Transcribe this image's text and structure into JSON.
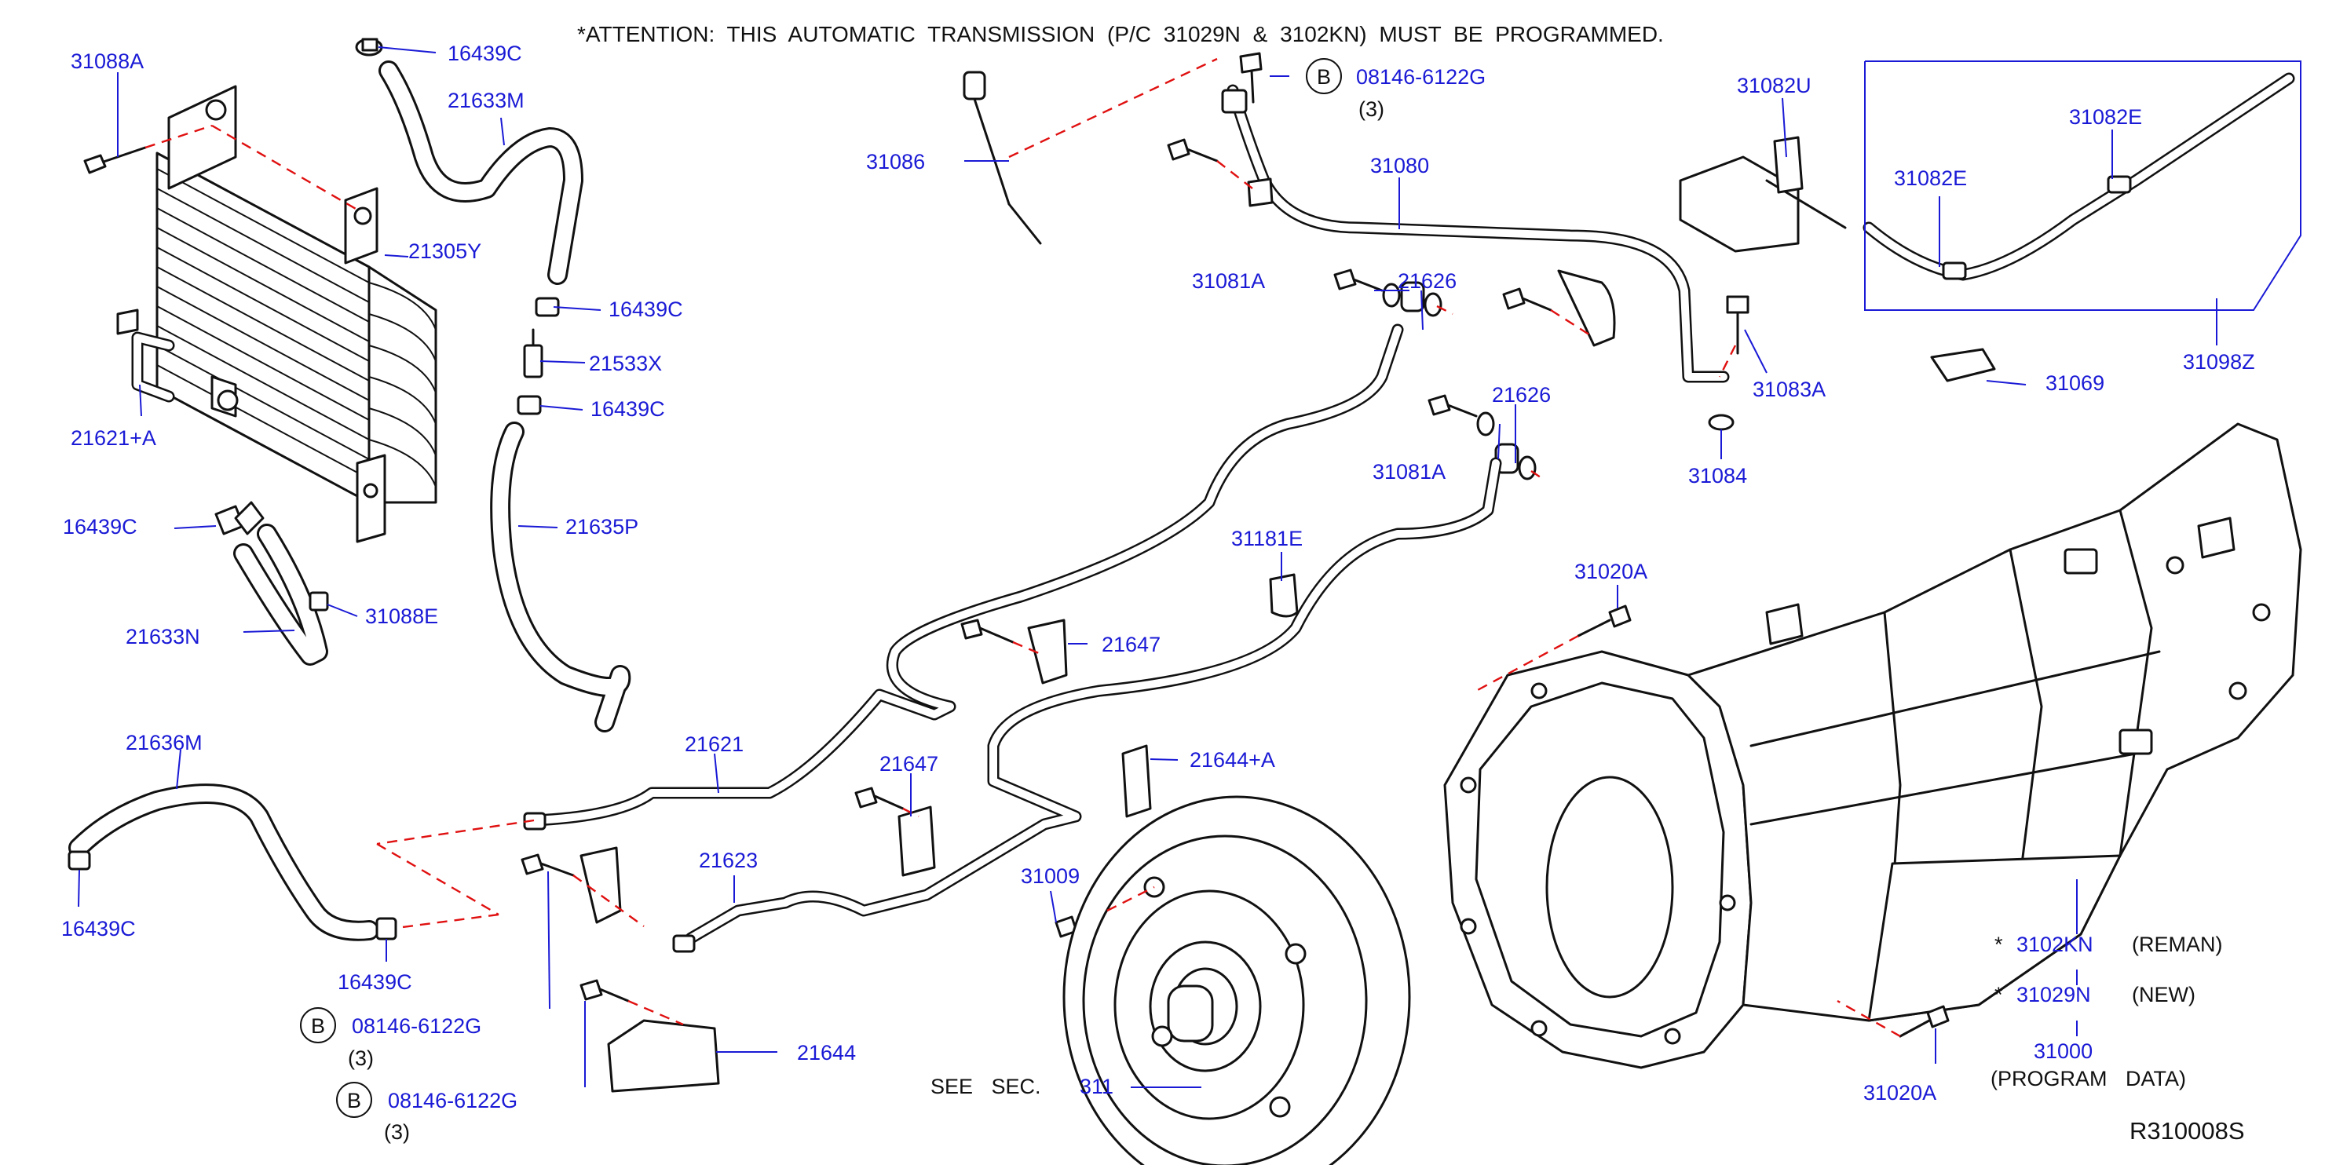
{
  "attention_note": "*ATTENTION: THIS AUTOMATIC TRANSMISSION (P/C 31029N & 3102KN) MUST BE PROGRAMMED.",
  "reference_code": "R310008S",
  "colors": {
    "part_label": "#1a1ad6",
    "callout_dash": "#e01010",
    "drawing": "#111111"
  },
  "see_section": {
    "prefix": "SEE SEC.",
    "number": "311"
  },
  "parts": {
    "p31088A": "31088A",
    "p16439C_a": "16439C",
    "p21633M": "21633M",
    "p21305Y": "21305Y",
    "p16439C_b": "16439C",
    "p21533X": "21533X",
    "p16439C_c": "16439C",
    "p21621A": "21621+A",
    "p21635P": "21635P",
    "p16439C_d": "16439C",
    "p31088E": "31088E",
    "p21633N": "21633N",
    "p21636M": "21636M",
    "p16439C_e": "16439C",
    "p16439C_f": "16439C",
    "p31086": "31086",
    "p31080": "31080",
    "p31081A_a": "31081A",
    "p21626_a": "21626",
    "p21626_b": "21626",
    "p31081A_b": "31081A",
    "p31181E": "31181E",
    "p21647_a": "21647",
    "p21621": "21621",
    "p21647_b": "21647",
    "p21644A": "21644+A",
    "p21623": "21623",
    "p31009": "31009",
    "p21644": "21644",
    "p31082U": "31082U",
    "p31082E_a": "31082E",
    "p31082E_b": "31082E",
    "p31098Z": "31098Z",
    "p31083A": "31083A",
    "p31084": "31084",
    "p31069": "31069",
    "p31020A_a": "31020A",
    "p31020A_b": "31020A",
    "p3102KN": "3102KN",
    "p31029N": "31029N",
    "p31000": "31000"
  },
  "bolt_callouts": [
    {
      "badge": "B",
      "part": "08146-6122G",
      "qty": "(3)"
    },
    {
      "badge": "B",
      "part": "08146-6122G",
      "qty": "(3)"
    },
    {
      "badge": "B",
      "part": "08146-6122G",
      "qty": "(3)"
    }
  ],
  "annotations": {
    "asterisk": "*",
    "reman": "(REMAN)",
    "new": "(NEW)",
    "program_data": "(PROGRAM DATA)"
  }
}
